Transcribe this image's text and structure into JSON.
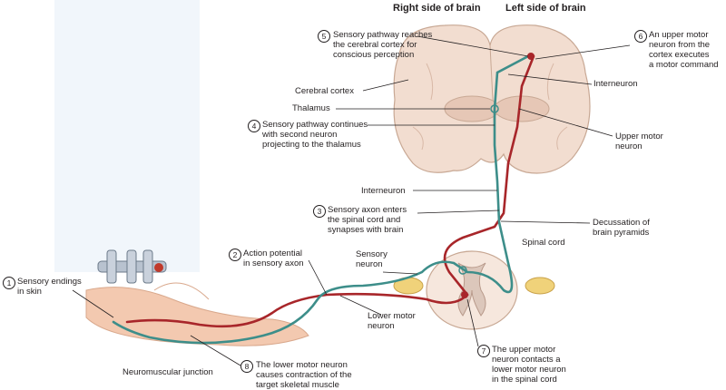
{
  "headers": {
    "right_side": "Right side of brain",
    "left_side": "Left side of brain"
  },
  "steps": [
    {
      "num": "1",
      "text": "Sensory endings\nin skin"
    },
    {
      "num": "2",
      "text": "Action potential\nin sensory axon"
    },
    {
      "num": "3",
      "text": "Sensory axon enters\nthe spinal cord and\nsynapses with brain"
    },
    {
      "num": "4",
      "text": "Sensory pathway continues\nwith second neuron\nprojecting to the thalamus"
    },
    {
      "num": "5",
      "text": "Sensory pathway reaches\nthe cerebral cortex for\nconscious perception"
    },
    {
      "num": "6",
      "text": "An upper motor\nneuron from the\ncortex executes\na motor command"
    },
    {
      "num": "7",
      "text": "The upper motor\nneuron contacts a\nlower motor neuron\nin the spinal cord"
    },
    {
      "num": "8",
      "text": "The  lower motor neuron\ncauses contraction of the\ntarget skeletal muscle"
    }
  ],
  "labels": {
    "cerebral_cortex": "Cerebral cortex",
    "thalamus": "Thalamus",
    "interneuron_top": "Interneuron",
    "upper_motor_neuron": "Upper motor\nneuron",
    "interneuron_mid": "Interneuron",
    "decussation": "Decussation of\nbrain pyramids",
    "spinal_cord": "Spinal cord",
    "sensory_neuron": "Sensory\nneuron",
    "lower_motor_neuron": "Lower motor\nneuron",
    "neuromuscular_junction": "Neuromuscular junction"
  },
  "colors": {
    "sensory": "#3d8e8a",
    "motor": "#a8262a",
    "brain": "#f2ddd0",
    "spinal_gray": "#dcc7bb",
    "ganglion": "#f0d27a"
  }
}
